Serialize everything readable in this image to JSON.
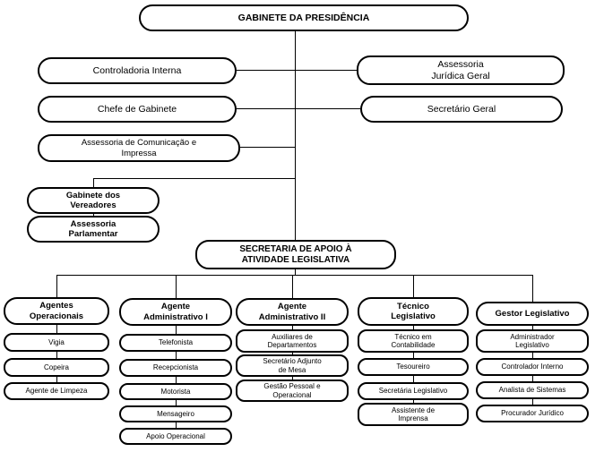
{
  "org": {
    "root": {
      "label": "GABINETE DA PRESIDÊNCIA"
    },
    "left": [
      {
        "label": "Controladoria Interna"
      },
      {
        "label": "Chefe de Gabinete"
      },
      {
        "label": "Assessoria de Comunicação e\nImpressa"
      }
    ],
    "right": [
      {
        "label": "Assessoria\nJurídica Geral"
      },
      {
        "label": "Secretário Geral"
      }
    ],
    "vereadores": {
      "label": "Gabinete dos\nVereadores"
    },
    "parlamentar": {
      "label": "Assessoria\nParlamentar"
    },
    "secretaria": {
      "label": "SECRETARIA DE APOIO À\nATIVIDADE LEGISLATIVA"
    },
    "columns": [
      {
        "header": "Agentes\nOperacionais",
        "items": [
          "Vigia",
          "Copeira",
          "Agente de Limpeza"
        ]
      },
      {
        "header": "Agente\nAdministrativo I",
        "items": [
          "Telefonista",
          "Recepcionista",
          "Motorista",
          "Mensageiro",
          "Apoio Operacional"
        ]
      },
      {
        "header": "Agente\nAdministrativo II",
        "items": [
          "Auxiliares de\nDepartamentos",
          "Secretário Adjunto\nde Mesa",
          "Gestão Pessoal e\nOperacional"
        ]
      },
      {
        "header": "Técnico\nLegislativo",
        "items": [
          "Técnico em\nContabilidade",
          "Tesoureiro",
          "Secretária Legislativo",
          "Assistente de\nImprensa"
        ]
      },
      {
        "header": "Gestor Legislativo",
        "items": [
          "Administrador\nLegislativo",
          "Controlador Interno",
          "Analista de Sistemas",
          "Procurador Jurídico"
        ]
      }
    ],
    "colors": {
      "background": "#ffffff",
      "line": "#000000",
      "border": "#000000",
      "text": "#000000"
    }
  }
}
